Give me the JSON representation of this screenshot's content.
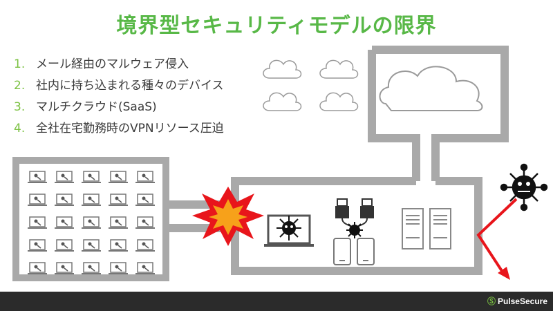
{
  "title": "境界型セキュリティモデルの限界",
  "points": [
    {
      "num": "1.",
      "text": "メール経由のマルウェア侵入"
    },
    {
      "num": "2.",
      "text": "社内に持ち込まれる種々のデバイス"
    },
    {
      "num": "3.",
      "text": "マルチクラウド(SaaS)"
    },
    {
      "num": "4.",
      "text": "全社在宅勤務時のVPNリソース圧迫"
    }
  ],
  "brand": {
    "name": "PulseSecure",
    "icon": "pulse-secure-logo-icon"
  },
  "colors": {
    "title": "#58b847",
    "number": "#7cc243",
    "wall": "#a9a9a9",
    "arrow": "#e8151b",
    "burst": "#e8151b",
    "burst_core": "#f7a11a",
    "footer": "#2b2b2b"
  },
  "icons": [
    "cloud-icon",
    "laptop-icon",
    "virus-icon",
    "explosion-icon",
    "usb-drive-icon",
    "smartphone-icon",
    "server-icon",
    "hacker-virus-icon",
    "red-arrow-icon"
  ]
}
